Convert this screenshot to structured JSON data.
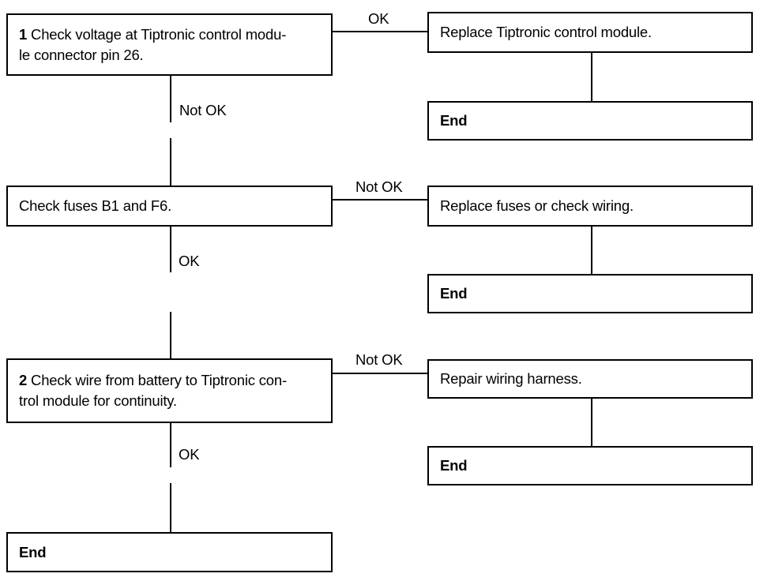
{
  "diagram": {
    "type": "flowchart",
    "nodes": {
      "step1": {
        "number": "1",
        "line1": "Check voltage at Tiptronic control modu-",
        "line2": "le connector pin 26."
      },
      "replace_module": {
        "text": "Replace Tiptronic control module."
      },
      "end_after_replace_module": {
        "text": "End"
      },
      "check_fuses": {
        "text": "Check fuses B1 and F6."
      },
      "replace_fuses": {
        "text": "Replace fuses or check wiring."
      },
      "end_after_replace_fuses": {
        "text": "End"
      },
      "step2": {
        "number": "2",
        "line1": "Check wire from battery to Tiptronic con-",
        "line2": "trol module for continuity."
      },
      "repair_harness": {
        "text": "Repair wiring harness."
      },
      "end_after_repair_harness": {
        "text": "End"
      },
      "end_final": {
        "text": "End"
      }
    },
    "edge_labels": {
      "step1_ok": "OK",
      "step1_not_ok": "Not OK",
      "fuses_not_ok": "Not OK",
      "fuses_ok": "OK",
      "step2_not_ok": "Not OK",
      "step2_ok": "OK"
    },
    "colors": {
      "line": "#000000",
      "background": "#ffffff",
      "text": "#000000"
    }
  }
}
